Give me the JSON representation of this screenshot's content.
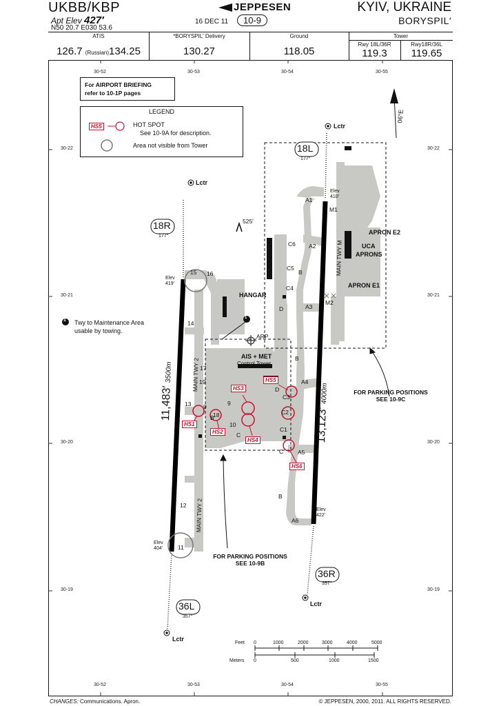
{
  "header": {
    "ident": "UKBB/KBP",
    "apt_elev_label": "Apt Elev",
    "apt_elev_value": "427′",
    "coords": "N50 20.7  E030 53.6",
    "date": "16 DEC 11",
    "chart_no": "10-9",
    "brand": "JEPPESEN",
    "city": "KYIV, UKRAINE",
    "airport": "BORYSPIL′"
  },
  "frequencies": {
    "atis_label": "ATIS",
    "atis_value": "126.7",
    "atis_russian_label": "(Russian)",
    "atis_russian_value": "134.25",
    "delivery_label": "*BORYSPIL′ Delivery",
    "delivery_value": "130.27",
    "ground_label": "Ground",
    "ground_value": "118.05",
    "tower_label": "Tower",
    "tower1_label": "Rwy 18L/36R",
    "tower1_value": "119.3",
    "tower2_label": "Rwy18R/36L",
    "tower2_value": "119.65"
  },
  "grid_ticks": {
    "top": [
      "30-52",
      "30-53",
      "30-54",
      "30-55"
    ],
    "bottom": [
      "30-52",
      "30-53",
      "30-54",
      "30-55"
    ],
    "left": [
      "30-22",
      "30-21",
      "30-20",
      "30-19"
    ],
    "right": [
      "30-22",
      "30-21",
      "30-20",
      "30-19"
    ]
  },
  "briefing": {
    "line1": "For AIRPORT BRIEFING",
    "line2": "refer to 10-1P pages"
  },
  "legend": {
    "title": "LEGEND",
    "hs_tag": "HS5",
    "hotspot_title": "HOT SPOT",
    "hotspot_desc": "See 10-9A for description.",
    "area_desc": "Area not visible from Tower"
  },
  "note1": {
    "num": "1",
    "line1": "Twy to Maintenance Area",
    "line2": "usable by towing."
  },
  "north": {
    "label": "06°E"
  },
  "runways": {
    "r18l": {
      "id": "18L",
      "hdg": "177°"
    },
    "r18r": {
      "id": "18R",
      "hdg": "177°"
    },
    "r36l": {
      "id": "36L",
      "hdg": "357°"
    },
    "r36r": {
      "id": "36R",
      "hdg": "357°"
    },
    "left_len_ft": "11,483′",
    "left_len_m": "3500m",
    "right_len_ft": "13,123′",
    "right_len_m": "4000m"
  },
  "elevations": {
    "e419_l": "Elev",
    "e419": "419′",
    "e410_l": "Elev",
    "e410": "410′",
    "e404_l": "Elev",
    "e404": "404′",
    "e422_l": "Elev",
    "e422": "422′"
  },
  "labels": {
    "lctr": "Lctr",
    "obstacle": "525′",
    "hangar": "HANGAR",
    "arp": "ARP",
    "ais_met": "AIS + MET",
    "control_tower": "Control Tower",
    "apron_e2": "APRON E2",
    "uca": "UCA",
    "aprons": "APRONS",
    "apron_e1": "APRON E1",
    "main_twy_2": "MAIN TWY 2",
    "main_twy_m": "MAIN TWY M",
    "parking_c1": "FOR PARKING POSITIONS",
    "parking_c2": "SEE 10-9C",
    "parking_b1": "FOR PARKING POSITIONS",
    "parking_b2": "SEE 10-9B",
    "marker_1": "1"
  },
  "taxiways": {
    "a1": "A1",
    "a2": "A2",
    "a3": "A3",
    "a4": "A4",
    "a5": "A5",
    "a6": "A6",
    "m1": "M1",
    "m2": "M2",
    "c1": "C1",
    "c2": "C2",
    "c3": "C3",
    "c4": "C4",
    "c5": "C5",
    "c6": "C6",
    "b1": "B",
    "b2": "B",
    "b3": "B",
    "b4": "B",
    "c": "C",
    "c_low": "C",
    "d": "D",
    "d2": "D",
    "t9": "9",
    "t9b": "9",
    "t10": "10",
    "t11": "11",
    "t12": "12",
    "t13": "13",
    "t14": "14",
    "t15": "15",
    "t16": "16",
    "t17": "17",
    "t18": "18",
    "t19": "19"
  },
  "hotspots": {
    "hs1": "HS1",
    "hs2": "HS2",
    "hs3": "HS3",
    "hs4": "HS4",
    "hs5": "HS5",
    "hs6": "HS6"
  },
  "scale": {
    "feet_label": "Feet",
    "feet": [
      "0",
      "1000",
      "2000",
      "3000",
      "4000",
      "5000"
    ],
    "meters_label": "Meters",
    "meters": [
      "0",
      "500",
      "1000",
      "1500"
    ]
  },
  "footer": {
    "changes_label": "CHANGES:",
    "changes_text": "Communications. Apron.",
    "copyright": "© JEPPESEN, 2000, 2011. ALL RIGHTS RESERVED."
  },
  "colors": {
    "hotspot": "#c8102e",
    "pavement": "#c8c8c4",
    "runway": "#000000"
  }
}
